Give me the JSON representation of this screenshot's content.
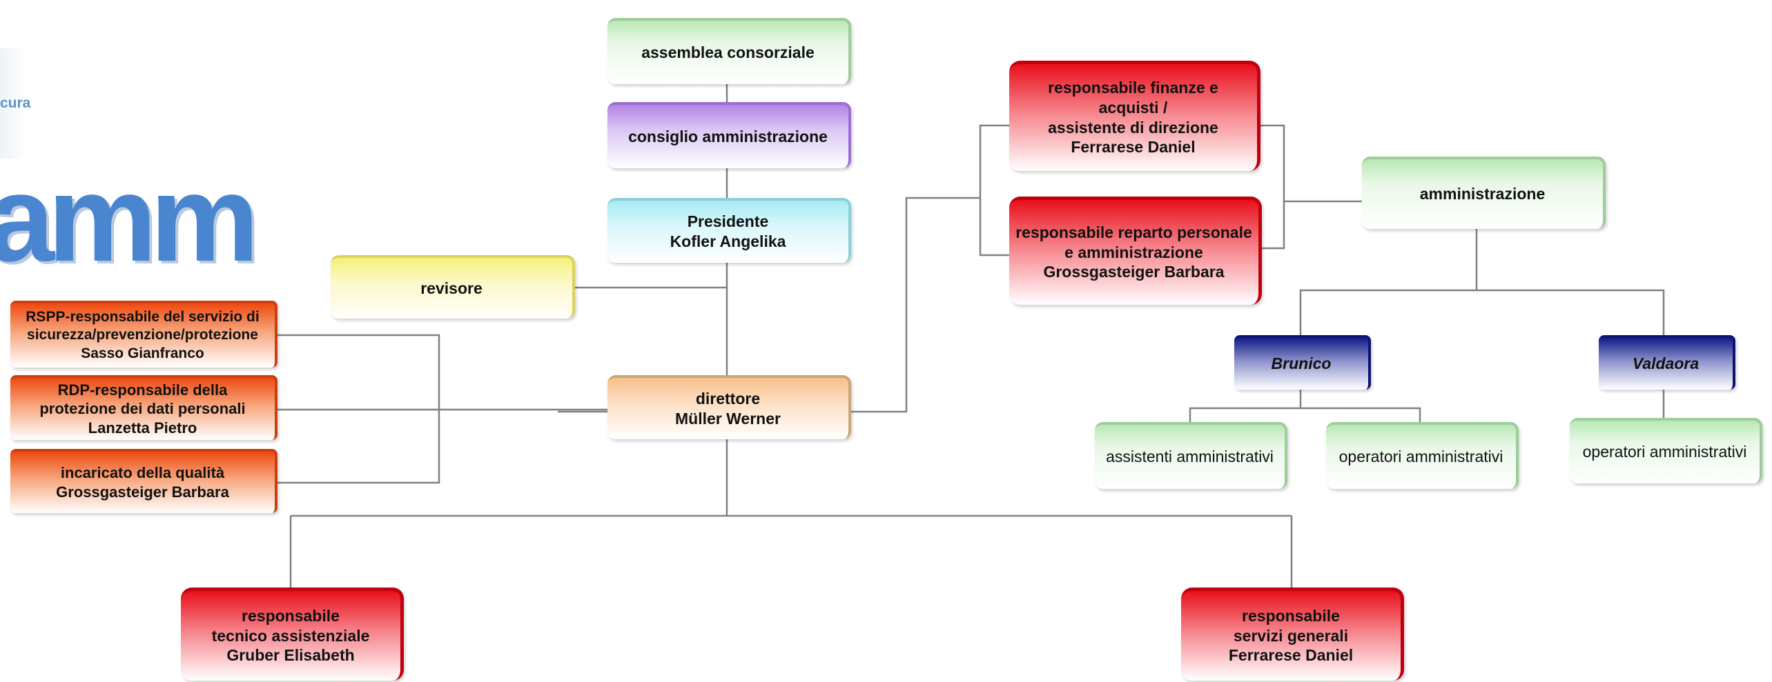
{
  "header": {
    "fragment_small": "cura",
    "fragment_large": "amm"
  },
  "nodes": {
    "assemblea": "assemblea consorziale",
    "consiglio": "consiglio amministrazione",
    "presidente": "Presidente\nKofler Angelika",
    "revisore": "revisore",
    "direttore": "direttore\nMüller Werner",
    "rspp": "RSPP-responsabile del servizio di\nsicurezza/prevenzione/protezione\nSasso Gianfranco",
    "rdp": "RDP-responsabile della\nprotezione dei dati personali\nLanzetta Pietro",
    "qualita": "incaricato della qualità\nGrossgasteiger Barbara",
    "finanze": "responsabile finanze e\nacquisti /\nassistente di direzione\nFerrarese Daniel",
    "personale": "responsabile reparto personale\ne amministrazione\nGrossgasteiger Barbara",
    "amministrazione": "amministrazione",
    "brunico": "Brunico",
    "valdaora": "Valdaora",
    "assistenti": "assistenti amministrativi",
    "operatori_brunico": "operatori amministrativi",
    "operatori_valdaora": "operatori amministrativi",
    "tecnico": "responsabile\ntecnico assistenziale\nGruber Elisabeth",
    "servizi": "responsabile\nservizi generali\nFerrarese Daniel"
  },
  "colors": {
    "green": "#b8e8b4",
    "purple": "#b084e3",
    "cyan": "#a7ebf3",
    "yellow": "#f6f07a",
    "peach": "#f8c08a",
    "orange": "#ee4a12",
    "red": "#e8101c",
    "navy": "#141c88",
    "connector": "#808080",
    "brand_blue": "#4a86d0"
  }
}
